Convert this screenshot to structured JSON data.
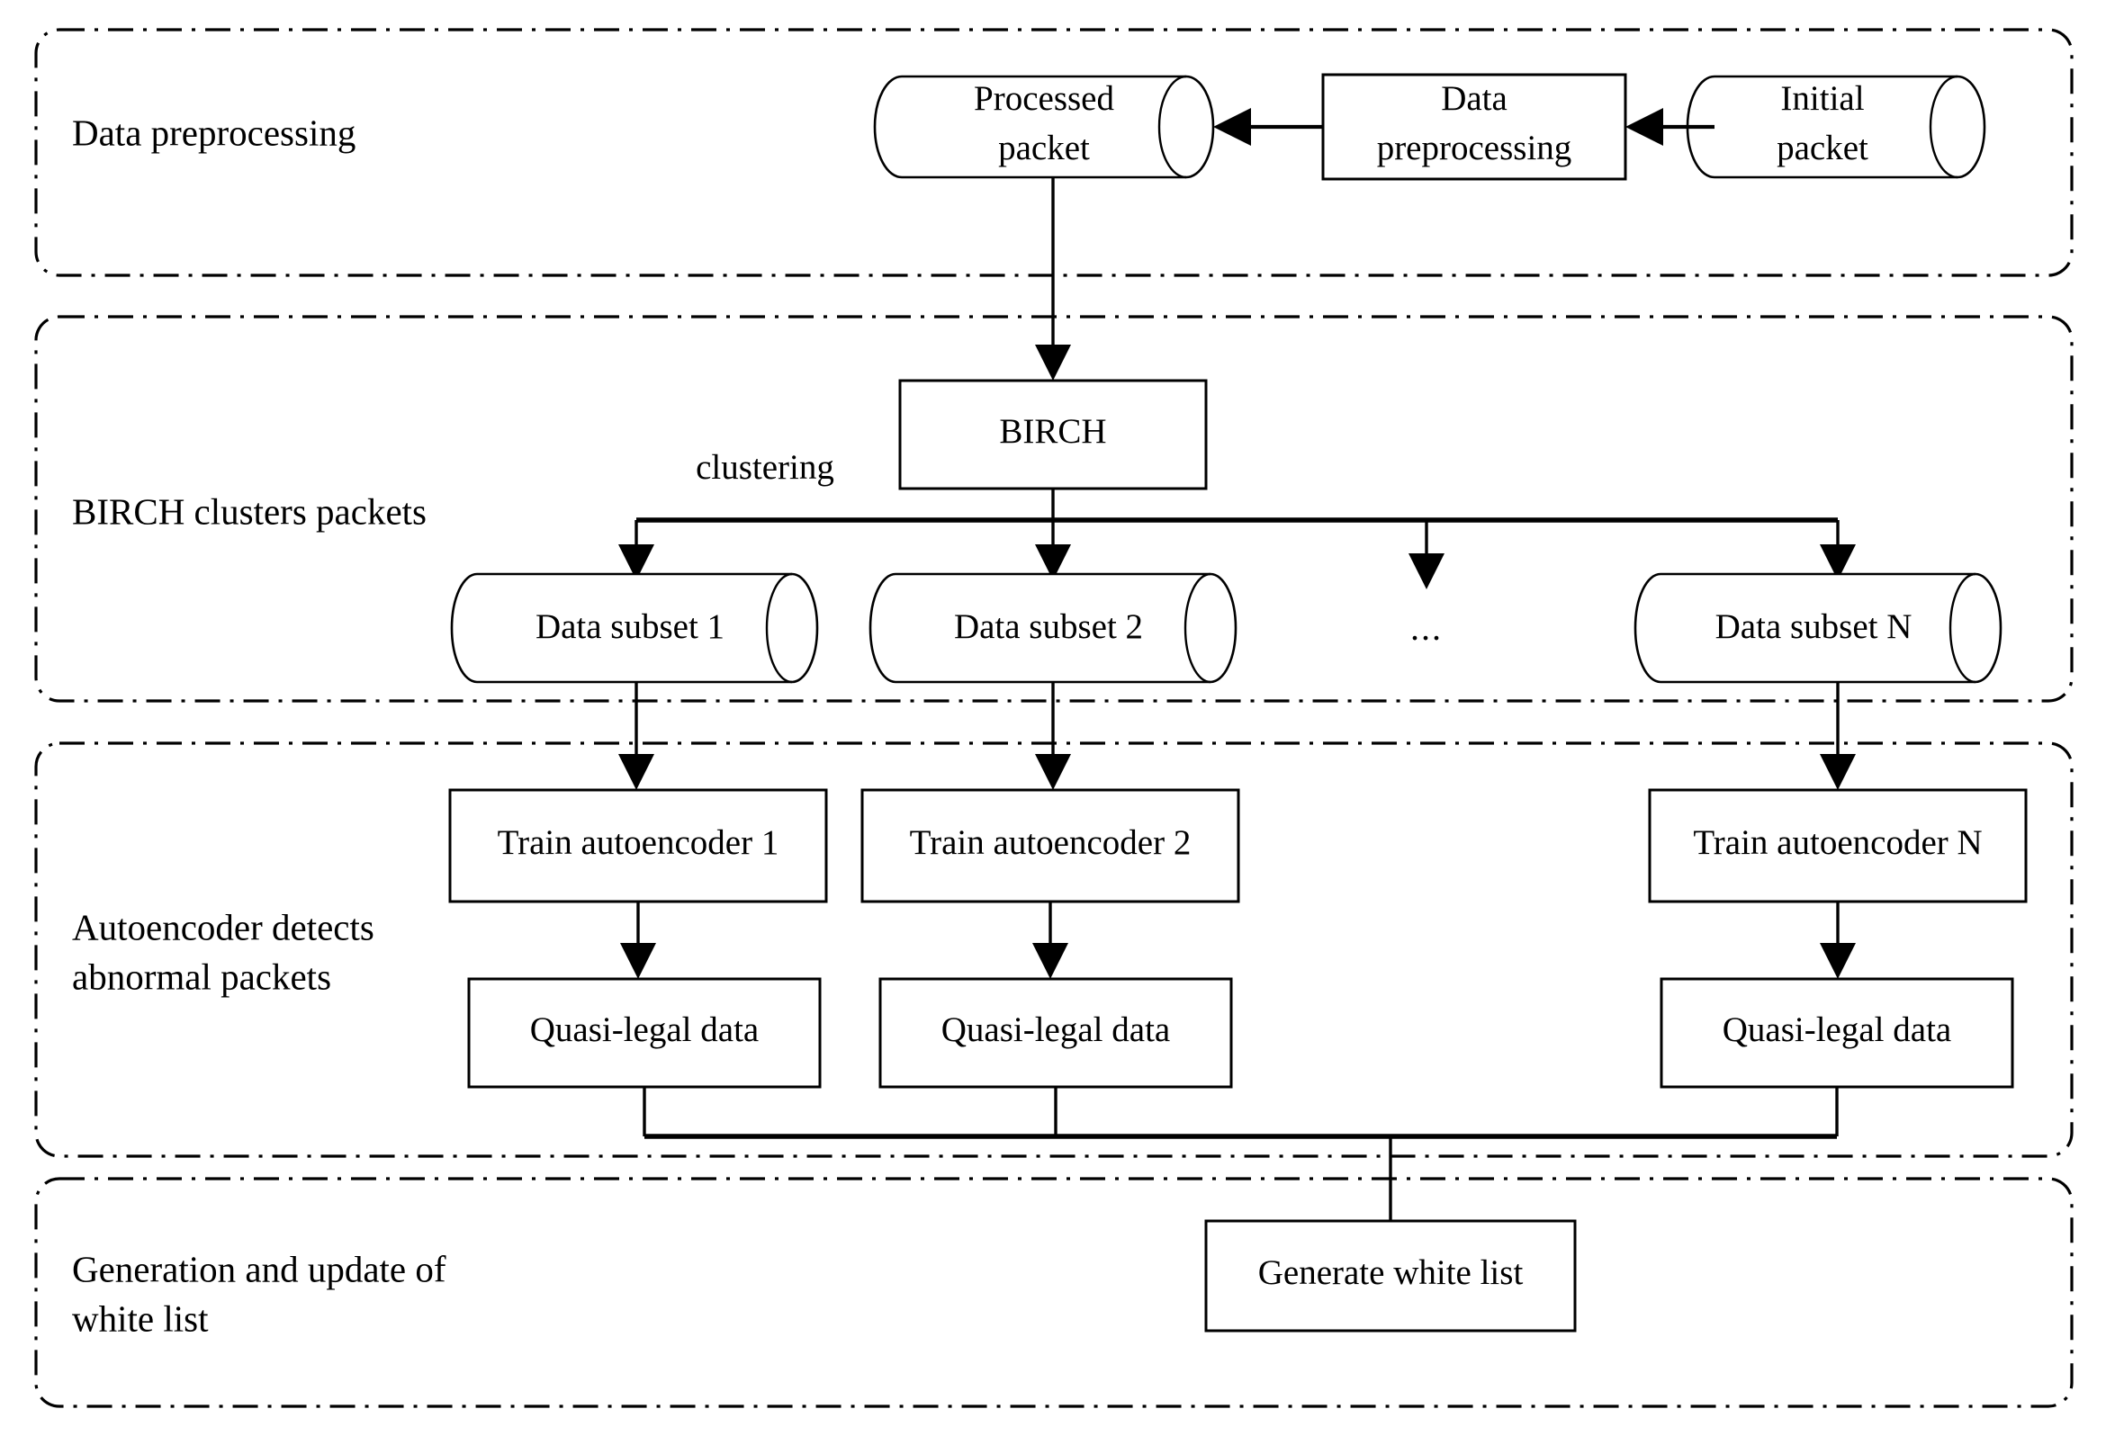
{
  "diagram": {
    "title": "BIRCH + autoencoder white list generation flowchart",
    "type": "flowchart",
    "background_color": "#ffffff",
    "line_color": "#000000"
  },
  "stages": [
    {
      "id": "stage-preprocessing",
      "label": "Data preprocessing"
    },
    {
      "id": "stage-clustering",
      "label": "BIRCH clusters packets"
    },
    {
      "id": "stage-autoencoder",
      "label": "Autoencoder detects\nabnormal packets"
    },
    {
      "id": "stage-whitelist",
      "label": "Generation and update of\nwhite list"
    }
  ],
  "stage_labels": {
    "preprocessing": "Data preprocessing",
    "clustering": "BIRCH clusters packets",
    "autoencoder_line1": "Autoencoder detects",
    "autoencoder_line2": "abnormal packets",
    "whitelist_line1": "Generation and update of",
    "whitelist_line2": "white list"
  },
  "nodes": {
    "initial_packet_line1": "Initial",
    "initial_packet_line2": "packet",
    "data_preprocessing_line1": "Data",
    "data_preprocessing_line2": "preprocessing",
    "processed_packet_line1": "Processed",
    "processed_packet_line2": "packet",
    "birch": "BIRCH",
    "data_subset_1": "Data subset 1",
    "data_subset_2": "Data subset 2",
    "data_subset_ellipsis": "...",
    "data_subset_n": "Data subset N",
    "train_autoencoder_1": "Train autoencoder 1",
    "train_autoencoder_2": "Train autoencoder 2",
    "train_autoencoder_n": "Train autoencoder N",
    "quasi_legal_data_1": "Quasi-legal data",
    "quasi_legal_data_2": "Quasi-legal data",
    "quasi_legal_data_n": "Quasi-legal data",
    "generate_white_list": "Generate white list"
  },
  "edges": {
    "clustering_label": "clustering"
  }
}
